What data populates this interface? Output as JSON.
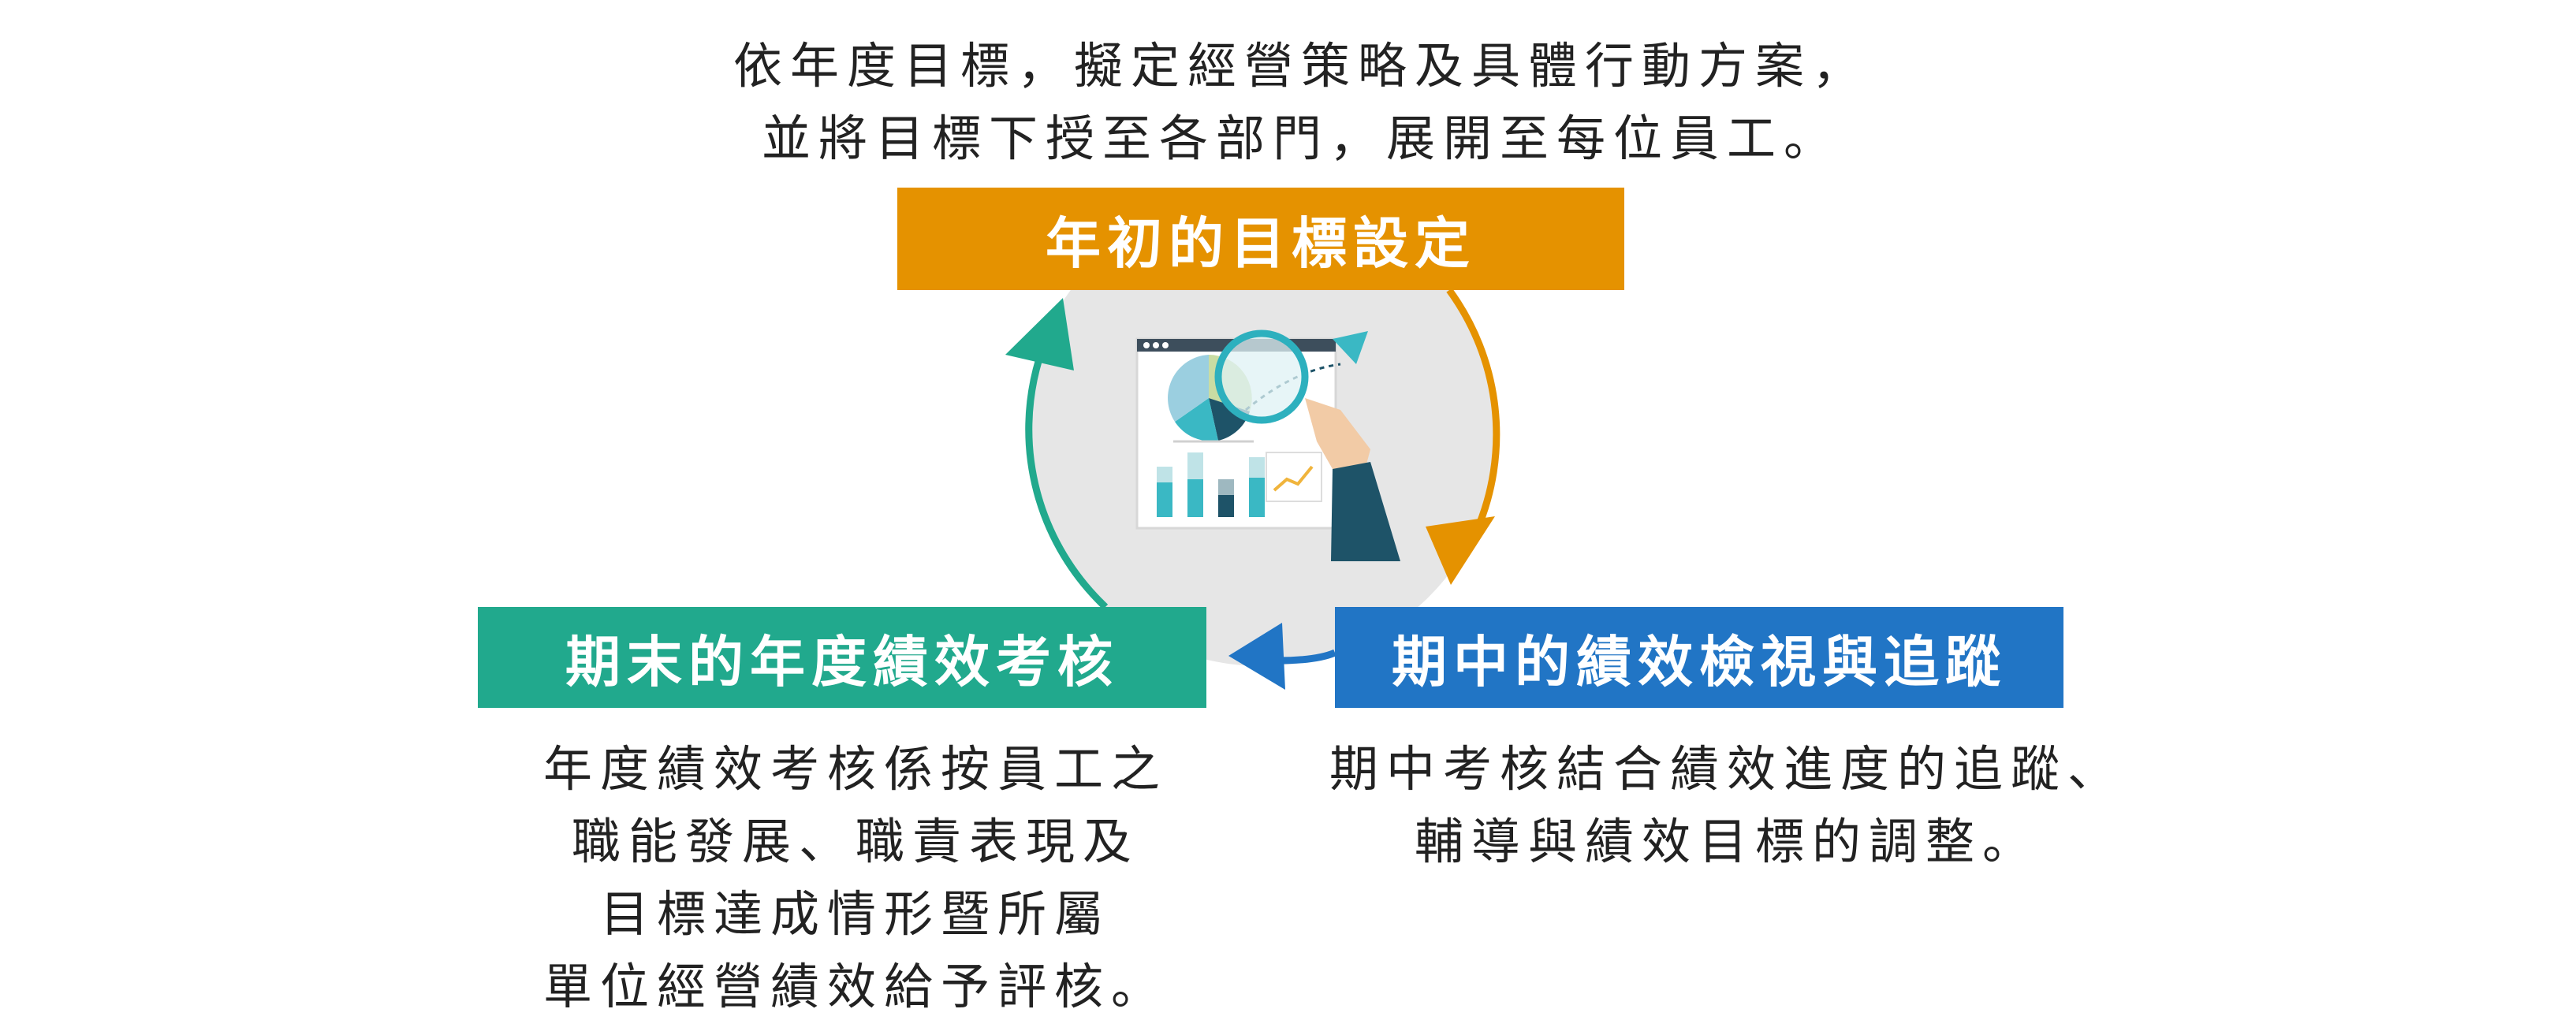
{
  "colors": {
    "orange": "#E59200",
    "teal": "#21A98D",
    "blue": "#2175C5",
    "circle_bg": "#E6E6E6",
    "text": "#222222"
  },
  "top": {
    "description_lines": [
      "依年度目標，擬定經營策略及具體行動方案，",
      "並將目標下授至各部門，展開至每位員工。"
    ],
    "banner_label": "年初的目標設定"
  },
  "left": {
    "banner_label": "期末的年度績效考核",
    "description_lines": [
      "年度績效考核係按員工之",
      "職能發展、職責表現及",
      "目標達成情形暨所屬",
      "單位經營績效給予評核。"
    ]
  },
  "right": {
    "banner_label": "期中的績效檢視與追蹤",
    "description_lines": [
      "期中考核結合績效進度的追蹤、",
      "輔導與績效目標的調整。"
    ]
  },
  "illustration": {
    "icon": "analytics-report-magnifier-icon"
  }
}
